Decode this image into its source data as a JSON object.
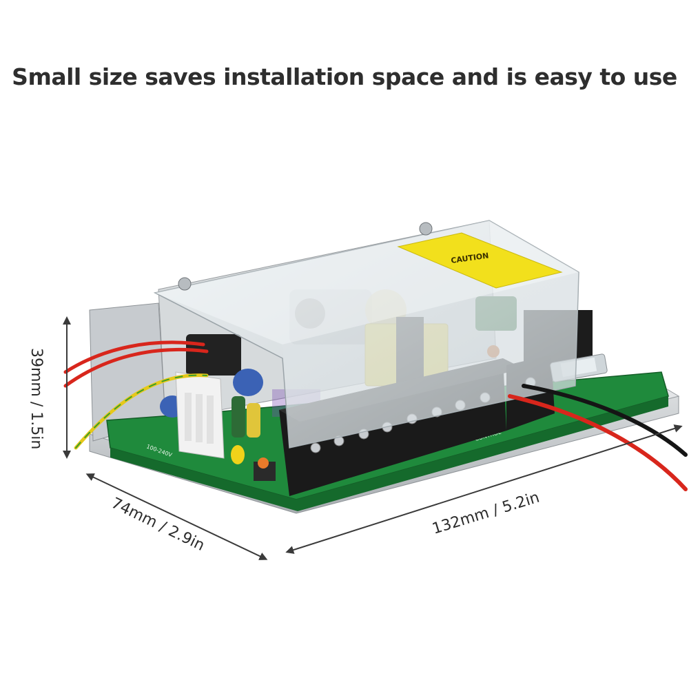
{
  "headline": "Small size saves installation space and is easy to use",
  "dimensions": {
    "height": "39mm / 1.5in",
    "depth": "74mm / 2.9in",
    "width": "132mm / 5.2in"
  },
  "labels": {
    "caution": "CAUTION",
    "input": "100-240V",
    "control": "CONTROL"
  },
  "colors": {
    "pcb": "#1f8a3c",
    "terminal": "#1a1a1a",
    "warning_label": "#f2e01c",
    "wire_red": "#d8261c",
    "wire_black": "#151515",
    "wire_yellow": "#e6c81a",
    "wire_green": "#3a9d2a"
  }
}
